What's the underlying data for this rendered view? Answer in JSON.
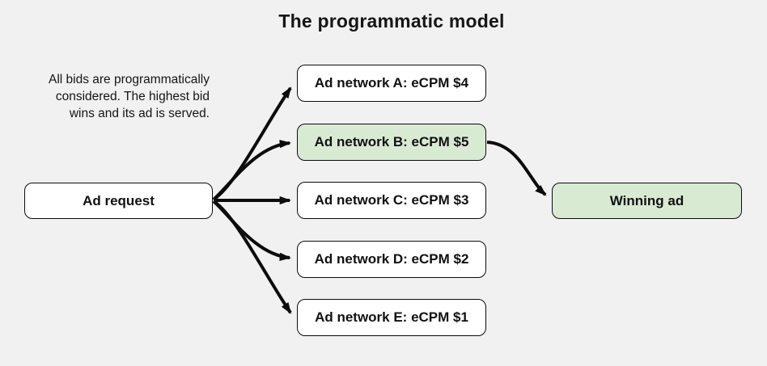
{
  "title": "The programmatic model",
  "description": {
    "lines": [
      "All bids are programmatically",
      "considered. The highest bid",
      "wins and its ad is served."
    ]
  },
  "nodes": {
    "ad_request": {
      "label": "Ad request",
      "highlighted": false
    },
    "networks": [
      {
        "label": "Ad network A: eCPM $4",
        "highlighted": false
      },
      {
        "label": "Ad network B: eCPM $5",
        "highlighted": true
      },
      {
        "label": "Ad network C: eCPM $3",
        "highlighted": false
      },
      {
        "label": "Ad network D: eCPM $2",
        "highlighted": false
      },
      {
        "label": "Ad network E: eCPM $1",
        "highlighted": false
      }
    ],
    "winning": {
      "label": "Winning ad",
      "highlighted": true
    }
  },
  "colors": {
    "background": "#f1f1f2",
    "highlight_green": "#d9ead3",
    "stroke": "#0c0c0c"
  }
}
